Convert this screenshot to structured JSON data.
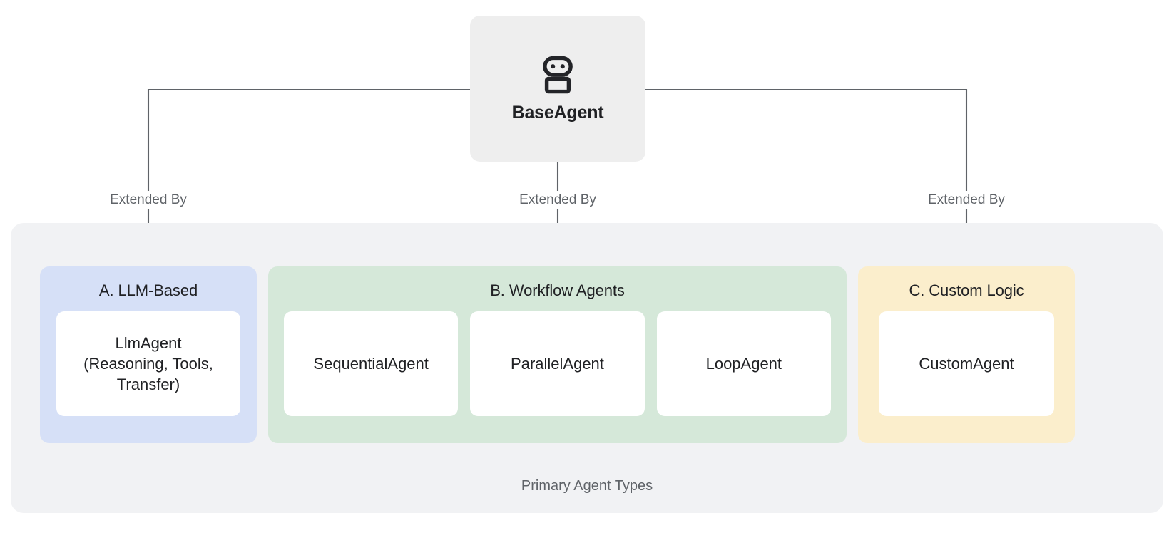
{
  "root": {
    "label": "BaseAgent",
    "icon": "robot-icon"
  },
  "edges": [
    {
      "label": "Extended By"
    },
    {
      "label": "Extended By"
    },
    {
      "label": "Extended By"
    }
  ],
  "group": {
    "caption": "Primary Agent Types"
  },
  "panels": [
    {
      "id": "llm",
      "title": "A. LLM-Based",
      "color": "#d6e0f7",
      "cards": [
        {
          "label": "LlmAgent\n(Reasoning, Tools,\nTransfer)"
        }
      ]
    },
    {
      "id": "workflow",
      "title": "B. Workflow Agents",
      "color": "#d5e8d9",
      "cards": [
        {
          "label": "SequentialAgent"
        },
        {
          "label": "ParallelAgent"
        },
        {
          "label": "LoopAgent"
        }
      ]
    },
    {
      "id": "custom",
      "title": "C. Custom Logic",
      "color": "#fbeecc",
      "cards": [
        {
          "label": "CustomAgent"
        }
      ]
    }
  ],
  "colors": {
    "root_bg": "#eeeeee",
    "group_bg": "#f1f2f4",
    "connector": "#5f6368",
    "text_primary": "#202124",
    "text_muted": "#5f6368",
    "card_bg": "#ffffff"
  }
}
